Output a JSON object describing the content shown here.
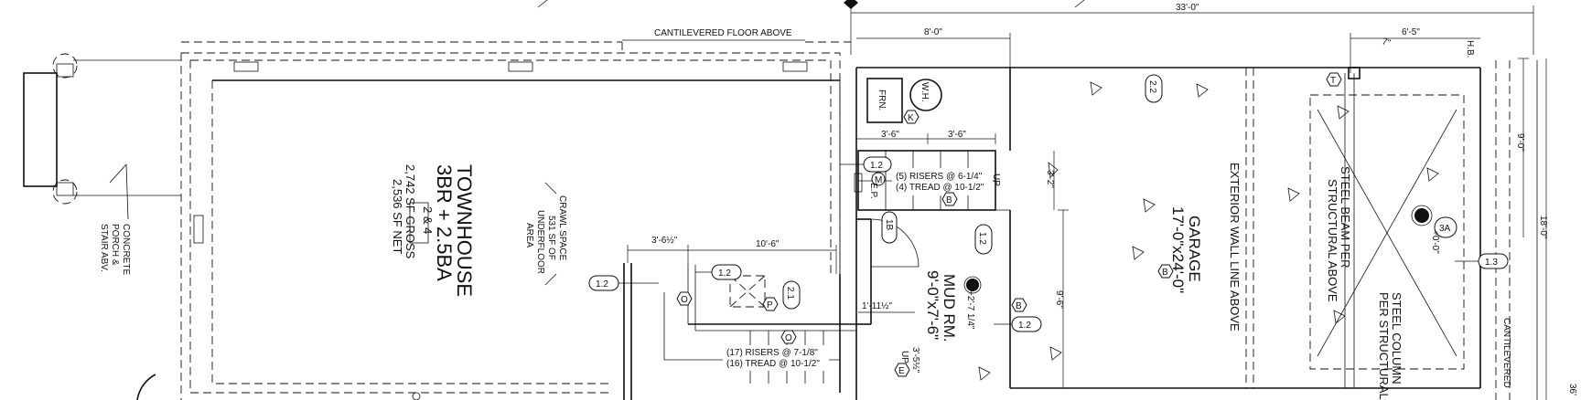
{
  "overall_dim": "33'-0\"",
  "cantilever_note": "CANTILEVERED FLOOR ABOVE",
  "cantilever_note_right": "CANTILEVERED",
  "unit": {
    "name_line1": "TOWNHOUSE",
    "name_line2": "3BR + 2.5BA",
    "lot_tag": "2 & 4",
    "gross": "2,742 SF GROSS",
    "net": "2,536 SF NET"
  },
  "porch_note": [
    "CONCRETE",
    "PORCH &",
    "STAIR ABV."
  ],
  "crawl_note": [
    "CRAWL SPACE",
    "531 SF OF",
    "UNDERFLOOR",
    "AREA"
  ],
  "rooms": {
    "garage": {
      "name": "GARAGE",
      "size": "17'-0\"x24'-0\""
    },
    "mud": {
      "name": "MUD RM.",
      "size": "9'-0\"x7'-6\""
    }
  },
  "equipment": {
    "furnace": "FRN.",
    "water_heater": "W.H.",
    "ep": "E.P."
  },
  "stairs": {
    "upper_risers": "(5) RISERS @ 6-1/4\"",
    "upper_treads": "(4) TREAD @ 10-1/2\"",
    "upper_dir": "UP",
    "lower_risers": "(17) RISERS @ 7-1/8\"",
    "lower_treads": "(16) TREAD @ 10-1/2\"",
    "lower_dir": "UP"
  },
  "structure_notes": {
    "exterior_wall": "EXTERIOR WALL LINE ABOVE",
    "steel_beam": [
      "STEEL BEAM PER",
      "STRUCTURAL ABOVE"
    ],
    "steel_column": [
      "STEEL COLUMN",
      "PER STRUCTURAL"
    ]
  },
  "dimensions": {
    "d8_0": "8'-0\"",
    "d6_5": "6'-5\"",
    "d3_6a": "3'-6\"",
    "d3_6b": "3'-6\"",
    "d3_2": "3'-2\"",
    "d9_0": "9'-0\"",
    "d18_0": "18'-0\"",
    "d9_6": "9'-6\"",
    "d10_6": "10'-6\"",
    "d3_6half": "3'-6½\"",
    "d1_11": "1'-11½\"",
    "d3_5": "3'-5½\"",
    "d7": "7\"",
    "hb": "H.B.",
    "d36": "36'"
  },
  "elevations": {
    "mud": "+2'-7 1/4\"",
    "garage_col": "+0'-0\""
  },
  "tags": {
    "t12a": "1.2",
    "t12b": "1.2",
    "t12c": "1.2",
    "t12d": "1.2",
    "t12e": "1.2",
    "t22": "2.2",
    "t21": "2.1",
    "t13": "1.3",
    "t1b": "1B",
    "t3a": "3A"
  },
  "hexes": {
    "k": "K",
    "b": "B",
    "m": "M",
    "o1": "O",
    "o2": "O",
    "p": "P",
    "e": "E",
    "t": "T"
  }
}
